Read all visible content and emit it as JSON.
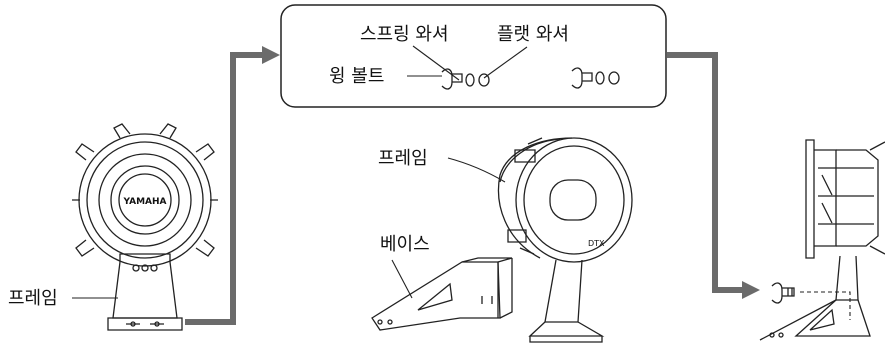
{
  "labels": {
    "spring_washer": "스프링 와셔",
    "flat_washer": "플랫 와셔",
    "wing_bolt": "윙 볼트",
    "frame_left": "프레임",
    "frame_center": "프레임",
    "base": "베이스"
  },
  "logos": {
    "yamaha": "YAMAHA",
    "dtx": "DTX"
  },
  "colors": {
    "arrow": "#6b6b6b",
    "line": "#222222",
    "background": "#ffffff"
  }
}
